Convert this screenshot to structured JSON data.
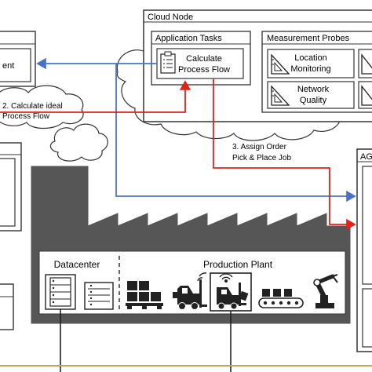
{
  "cloud_node": {
    "title": "Cloud Node",
    "application_tasks": {
      "title": "Application Tasks",
      "task": {
        "line1": "Calculate",
        "line2": "Process Flow"
      }
    },
    "measurement_probes": {
      "title": "Measurement Probes",
      "probes": [
        {
          "line1": "Location",
          "line2": "Monitoring"
        },
        {
          "line1": "Network",
          "line2": "Quality"
        }
      ]
    }
  },
  "left_box": {
    "label_fragment": "ent"
  },
  "right_box": {
    "title_fragment": "AG"
  },
  "flows": {
    "calc": {
      "line1": "2. Calculate ideal",
      "line2": "Process Flow"
    },
    "assign": {
      "line1": "3. Assign Order",
      "line2": "Pick & Place Job"
    }
  },
  "factory": {
    "datacenter_label": "Datacenter",
    "production_label": "Production Plant"
  },
  "colors": {
    "red_flow": "#e0231b",
    "blue_flow": "#4a72c4",
    "factory_gray": "#565656",
    "bottom_line": "#c8a15a"
  },
  "icons": {
    "task": "clipboard-icon",
    "probe": "ruler-triangle-icon",
    "server": "server-rack-icon",
    "pallet": "pallet-boxes-icon",
    "forklift": "forklift-icon",
    "agv": "agv-robot-icon",
    "conveyor": "conveyor-belt-icon",
    "robot_arm": "robot-arm-icon"
  }
}
